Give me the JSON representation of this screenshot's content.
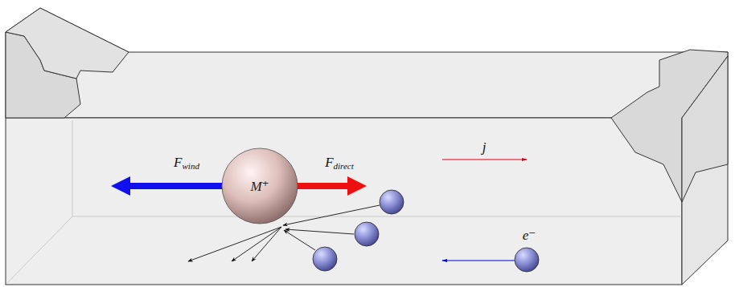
{
  "diagram": {
    "nodes": [
      {
        "text": [
          "M⁺"
        ]
      }
    ],
    "labels": [
      "Fwind",
      "Fdirect",
      "j",
      "e⁻"
    ]
  }
}
